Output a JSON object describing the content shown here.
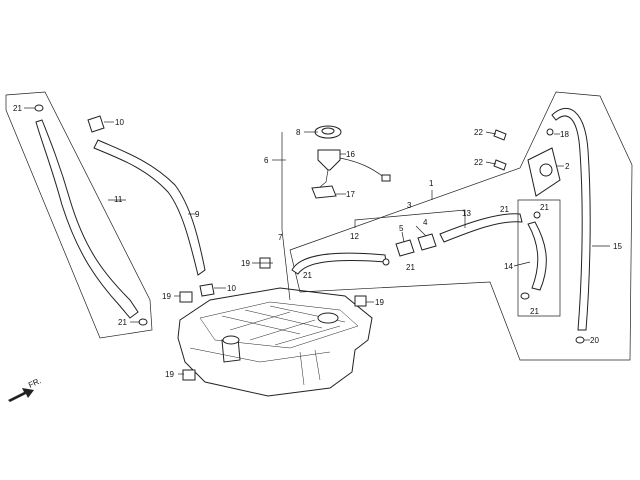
{
  "callouts": {
    "c1": "1",
    "c2": "2",
    "c3": "3",
    "c4": "4",
    "c5": "5",
    "c6": "6",
    "c7": "7",
    "c8": "8",
    "c9": "9",
    "c10a": "10",
    "c10b": "10",
    "c11": "11",
    "c12": "12",
    "c13": "13",
    "c14": "14",
    "c15": "15",
    "c16": "16",
    "c17": "17",
    "c18": "18",
    "c19a": "19",
    "c19b": "19",
    "c19c": "19",
    "c19d": "19",
    "c20": "20",
    "c21a": "21",
    "c21b": "21",
    "c21c": "21",
    "c21d": "21",
    "c21e": "21",
    "c21f": "21",
    "c22a": "22",
    "c22b": "22"
  },
  "direction_label": "FR."
}
